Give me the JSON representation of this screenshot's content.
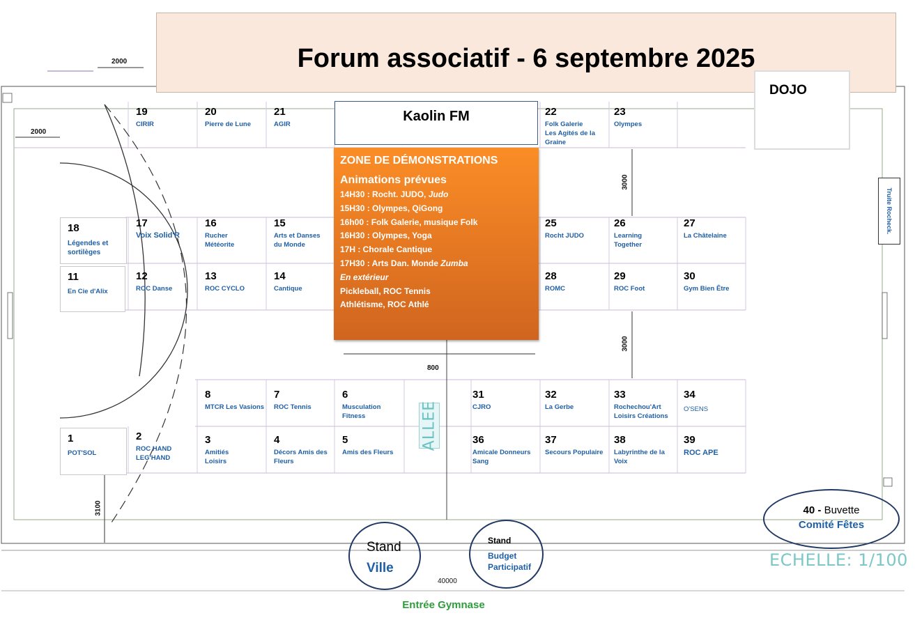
{
  "title": "Forum associatif - 6 septembre 2025",
  "dojo": "DOJO",
  "kaolin": "Kaolin FM",
  "demo_zone": {
    "heading": "ZONE DE DÉMONSTRATIONS",
    "subheading": "Animations prévues",
    "schedule": [
      {
        "text": "14H30 :  Rocht. JUDO, ",
        "italic": "Judo"
      },
      {
        "text": "15H30 : Olympes, QiGong",
        "italic": ""
      },
      {
        "text": "16h00 : Folk Galerie,  musique Folk",
        "italic": ""
      },
      {
        "text": "16H30 : Olympes, Yoga",
        "italic": ""
      },
      {
        "text": "17H : Chorale Cantique",
        "italic": ""
      },
      {
        "text": "17H30 : Arts Dan. Monde ",
        "italic": "Zumba"
      }
    ],
    "outside_label": "En extérieur",
    "outside": [
      "Pickleball,  ROC Tennis",
      "Athlétisme, ROC Athlé"
    ]
  },
  "booths": [
    {
      "num": "1",
      "name": "POT'SOL"
    },
    {
      "num": "2",
      "name": "ROC HAND\nLEG'HAND"
    },
    {
      "num": "3",
      "name": "Amitiés\nLoisirs"
    },
    {
      "num": "4",
      "name": "Décors Amis des\nFleurs"
    },
    {
      "num": "5",
      "name": "Amis des Fleurs"
    },
    {
      "num": "6",
      "name": "Musculation\nFitness"
    },
    {
      "num": "7",
      "name": "ROC Tennis"
    },
    {
      "num": "8",
      "name": "MTCR Les Vasions"
    },
    {
      "num": "11",
      "name": "En Cie d'Alix"
    },
    {
      "num": "12",
      "name": "ROC Danse"
    },
    {
      "num": "13",
      "name": "ROC CYCLO"
    },
    {
      "num": "14",
      "name": "Cantique"
    },
    {
      "num": "15",
      "name": "Arts et Danses\ndu Monde"
    },
    {
      "num": "16",
      "name": "Rucher\nMétéorite"
    },
    {
      "num": "17",
      "name": "Voix Solid'R"
    },
    {
      "num": "18",
      "name": "Légendes et\nsortilèges"
    },
    {
      "num": "19",
      "name": "CIRIR"
    },
    {
      "num": "20",
      "name": "Pierre de Lune"
    },
    {
      "num": "21",
      "name": "AGIR"
    },
    {
      "num": "22",
      "name": "Folk Galerie\nLes Agités de la\nGraine"
    },
    {
      "num": "23",
      "name": "Olympes"
    },
    {
      "num": "25",
      "name": "Rocht JUDO"
    },
    {
      "num": "26",
      "name": "Learning\nTogether"
    },
    {
      "num": "27",
      "name": "La Châtelaine"
    },
    {
      "num": "28",
      "name": "ROMC"
    },
    {
      "num": "29",
      "name": "ROC Foot"
    },
    {
      "num": "30",
      "name": "Gym Bien Être"
    },
    {
      "num": "31",
      "name": "CJRO"
    },
    {
      "num": "32",
      "name": "La Gerbe"
    },
    {
      "num": "33",
      "name": "Rochechou'Art\nLoisirs Créations"
    },
    {
      "num": "34",
      "name": "O'SENS"
    },
    {
      "num": "36",
      "name": "Amicale Donneurs\nSang"
    },
    {
      "num": "37",
      "name": "Secours Populaire"
    },
    {
      "num": "38",
      "name": "Labyrinthe de la\nVoix"
    },
    {
      "num": "39",
      "name": "ROC APE"
    }
  ],
  "truite": "Truite Rocheck.",
  "allee": "ALLEE",
  "dimensions": {
    "top_left": "2000",
    "left_wall": "2000",
    "gap_upper": "3000",
    "gap_lower": "3000",
    "aisle": "800",
    "bottom_left": "3100",
    "total_width": "40000"
  },
  "buvette": {
    "num": "40 -",
    "label": "Buvette",
    "sub": "Comité Fêtes"
  },
  "stand_ville": {
    "line1": "Stand",
    "line2": "Ville"
  },
  "stand_budget": {
    "line1": "Stand",
    "line2": "Budget\nParticipatif"
  },
  "entrance": "Entrée Gymnase",
  "scale": "ECHELLE: 1/100",
  "colors": {
    "demo_orange": "#fb8d26",
    "label_blue": "#1f5fa6",
    "entrance_green": "#2e9c3c",
    "allee_teal": "#6cc2c2"
  }
}
